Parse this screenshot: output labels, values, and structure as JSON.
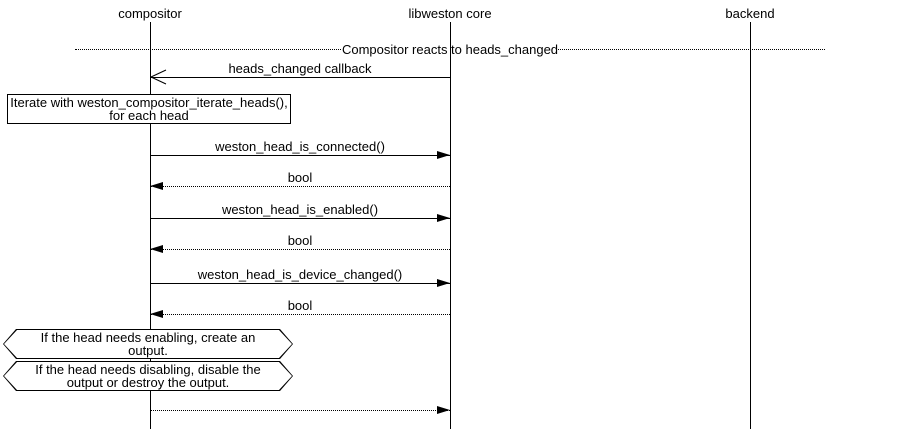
{
  "diagram": {
    "participants": [
      {
        "label": "compositor"
      },
      {
        "label": "libweston core"
      },
      {
        "label": "backend"
      }
    ],
    "divider": {
      "label": "Compositor reacts to heads_changed"
    },
    "note": {
      "text": "Iterate with weston_compositor_iterate_heads(), for each head"
    },
    "messages": [
      {
        "label": "heads_changed callback",
        "from": "libweston core",
        "to": "compositor",
        "line_style": "solid",
        "arrowhead": "open"
      },
      {
        "label": "weston_head_is_connected()",
        "from": "compositor",
        "to": "libweston core",
        "line_style": "solid",
        "arrowhead": "filled"
      },
      {
        "label": "bool",
        "from": "libweston core",
        "to": "compositor",
        "line_style": "dotted",
        "arrowhead": "filled"
      },
      {
        "label": "weston_head_is_enabled()",
        "from": "compositor",
        "to": "libweston core",
        "line_style": "solid",
        "arrowhead": "filled"
      },
      {
        "label": "bool",
        "from": "libweston core",
        "to": "compositor",
        "line_style": "dotted",
        "arrowhead": "filled"
      },
      {
        "label": "weston_head_is_device_changed()",
        "from": "compositor",
        "to": "libweston core",
        "line_style": "solid",
        "arrowhead": "filled"
      },
      {
        "label": "bool",
        "from": "libweston core",
        "to": "compositor",
        "line_style": "dotted",
        "arrowhead": "filled"
      },
      {
        "label": "",
        "from": "compositor",
        "to": "libweston core",
        "line_style": "dotted",
        "arrowhead": "filled"
      }
    ],
    "conditions": [
      {
        "text": "If the head needs enabling, create an output."
      },
      {
        "text": "If the head needs disabling, disable the output or destroy the output."
      }
    ],
    "colors": {
      "line": "#000000",
      "background": "#ffffff",
      "text": "#000000"
    }
  }
}
